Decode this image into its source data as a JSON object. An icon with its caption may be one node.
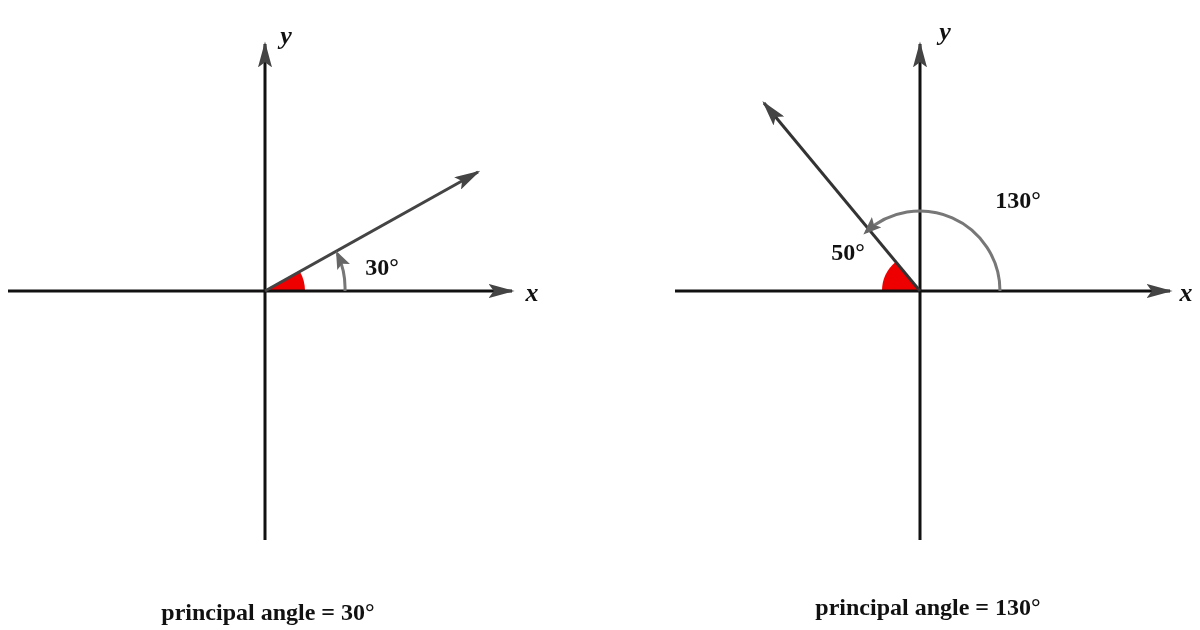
{
  "diagram": {
    "labels": [
      "y",
      "x",
      "30°",
      "principal angle = 30°",
      "y",
      "130°",
      "50°",
      "x",
      "principal angle = 130°"
    ]
  }
}
